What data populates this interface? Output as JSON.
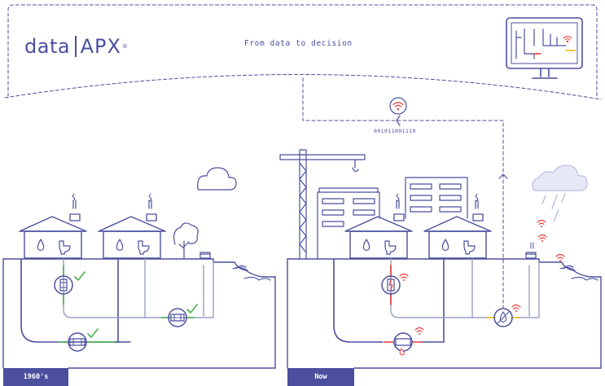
{
  "brand": {
    "name_left": "data",
    "name_right": "APX",
    "mark": "®"
  },
  "tagline": "From data to decision",
  "binary_stream": "001011001110",
  "eras": [
    {
      "label": "1960's"
    },
    {
      "label": "Now"
    }
  ],
  "colors": {
    "line": "#4b4f9e",
    "ok": "#4caf50",
    "alert": "#e53935",
    "warning": "#f0b400",
    "cloud": "#b9bde0"
  },
  "icons": [
    "wifi-signal-icon",
    "check-icon",
    "water-drop-icon",
    "toilet-icon",
    "cloud-icon",
    "rain-icon",
    "monitor-icon",
    "crane-icon",
    "tree-icon"
  ]
}
